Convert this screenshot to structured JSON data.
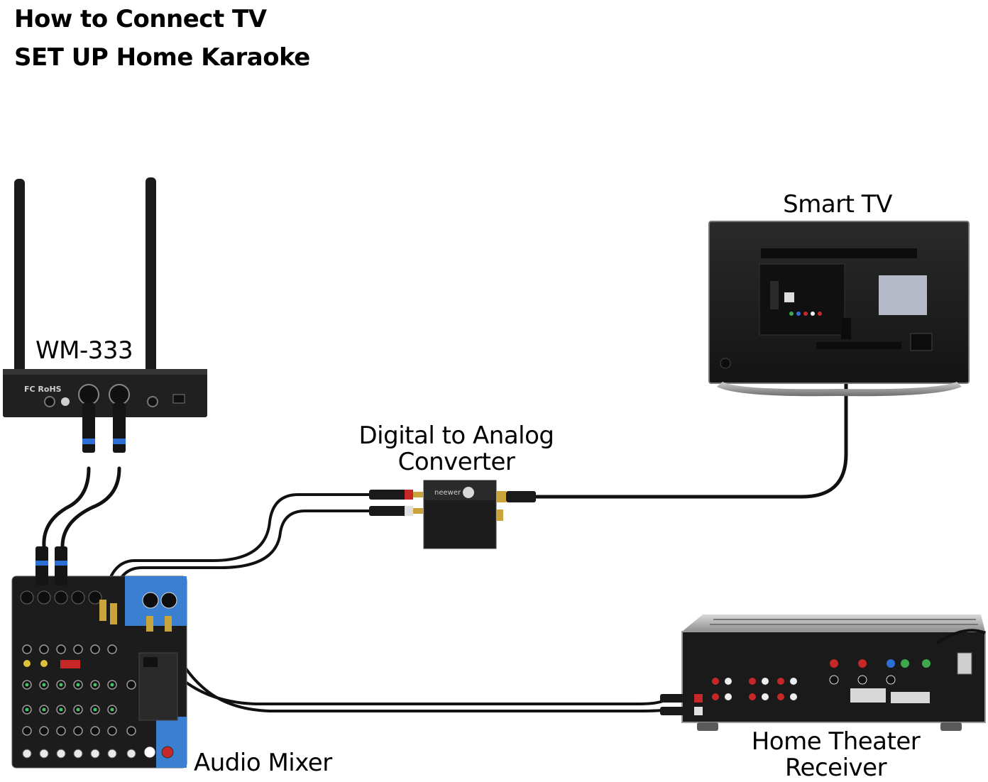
{
  "title": {
    "line1": "How to Connect TV",
    "line2": "SET UP Home Karaoke"
  },
  "devices": {
    "receiver_mic": {
      "label": "WM-333",
      "icon": "wireless-receiver-icon"
    },
    "smart_tv": {
      "label": "Smart TV",
      "icon": "tv-icon"
    },
    "converter": {
      "label_line1": "Digital to Analog",
      "label_line2": "Converter",
      "icon": "dac-converter-icon"
    },
    "mixer": {
      "label": "Audio Mixer",
      "icon": "audio-mixer-icon"
    },
    "home_theater": {
      "label_line1": "Home Theater",
      "label_line2": "Receiver",
      "icon": "av-receiver-icon"
    }
  },
  "colors": {
    "device_body": "#1e1e1e",
    "cable": "#111111",
    "xlr_accent": "#2e6fd6",
    "mixer_accent": "#3b7fd0",
    "rca_red": "#c62828",
    "receiver_silver": "#bdbdbd"
  },
  "mixer_channels": [
    {
      "led": "#46c36a"
    },
    {
      "led": "#46c36a"
    },
    {
      "led": "#46c36a"
    },
    {
      "led": "#46c36a"
    },
    {
      "led": "#46c36a"
    },
    {
      "led": "#46c36a"
    }
  ],
  "mixer_button_colors": [
    "#c62828",
    "#c62828",
    "#c62828",
    "#c62828",
    "#c62828",
    "#c62828"
  ]
}
